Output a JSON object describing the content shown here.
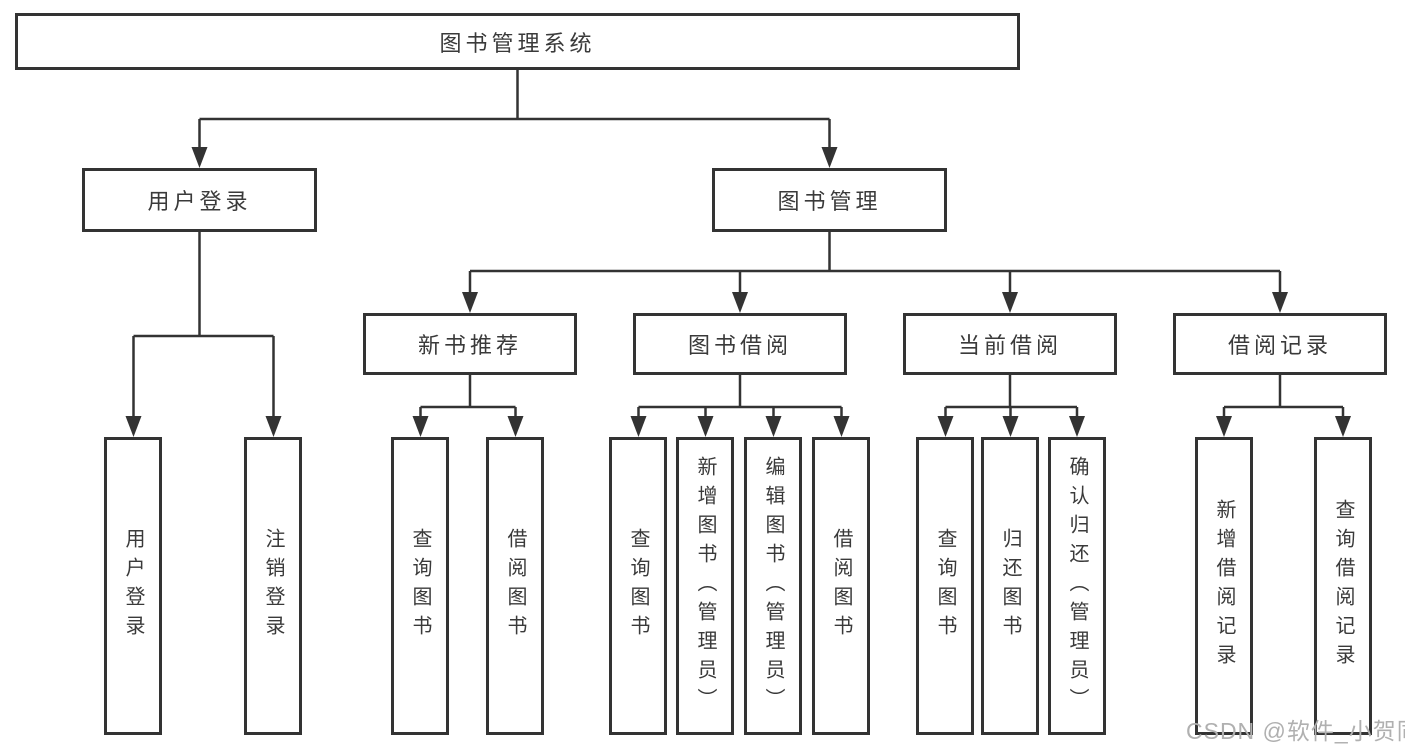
{
  "diagram": {
    "type": "hierarchy-tree",
    "root": {
      "label": "图书管理系统"
    },
    "branches": [
      {
        "label": "用户登录",
        "children": [
          {
            "label": "用户登录"
          },
          {
            "label": "注销登录"
          }
        ]
      },
      {
        "label": "图书管理",
        "children": [
          {
            "label": "新书推荐",
            "children": [
              {
                "label": "查询图书"
              },
              {
                "label": "借阅图书"
              }
            ]
          },
          {
            "label": "图书借阅",
            "children": [
              {
                "label": "查询图书"
              },
              {
                "label": "新增图书（管理员）"
              },
              {
                "label": "编辑图书（管理员）"
              },
              {
                "label": "借阅图书"
              }
            ]
          },
          {
            "label": "当前借阅",
            "children": [
              {
                "label": "查询图书"
              },
              {
                "label": "归还图书"
              },
              {
                "label": "确认归还（管理员）"
              }
            ]
          },
          {
            "label": "借阅记录",
            "children": [
              {
                "label": "新增借阅记录"
              },
              {
                "label": "查询借阅记录"
              }
            ]
          }
        ]
      }
    ]
  },
  "watermark": "CSDN @软件_小贺同学",
  "colors": {
    "background": "#ffffff",
    "line": "#333333",
    "box_border": "#333333",
    "text": "#3a3a3a",
    "watermark": "#b0b0b0"
  }
}
